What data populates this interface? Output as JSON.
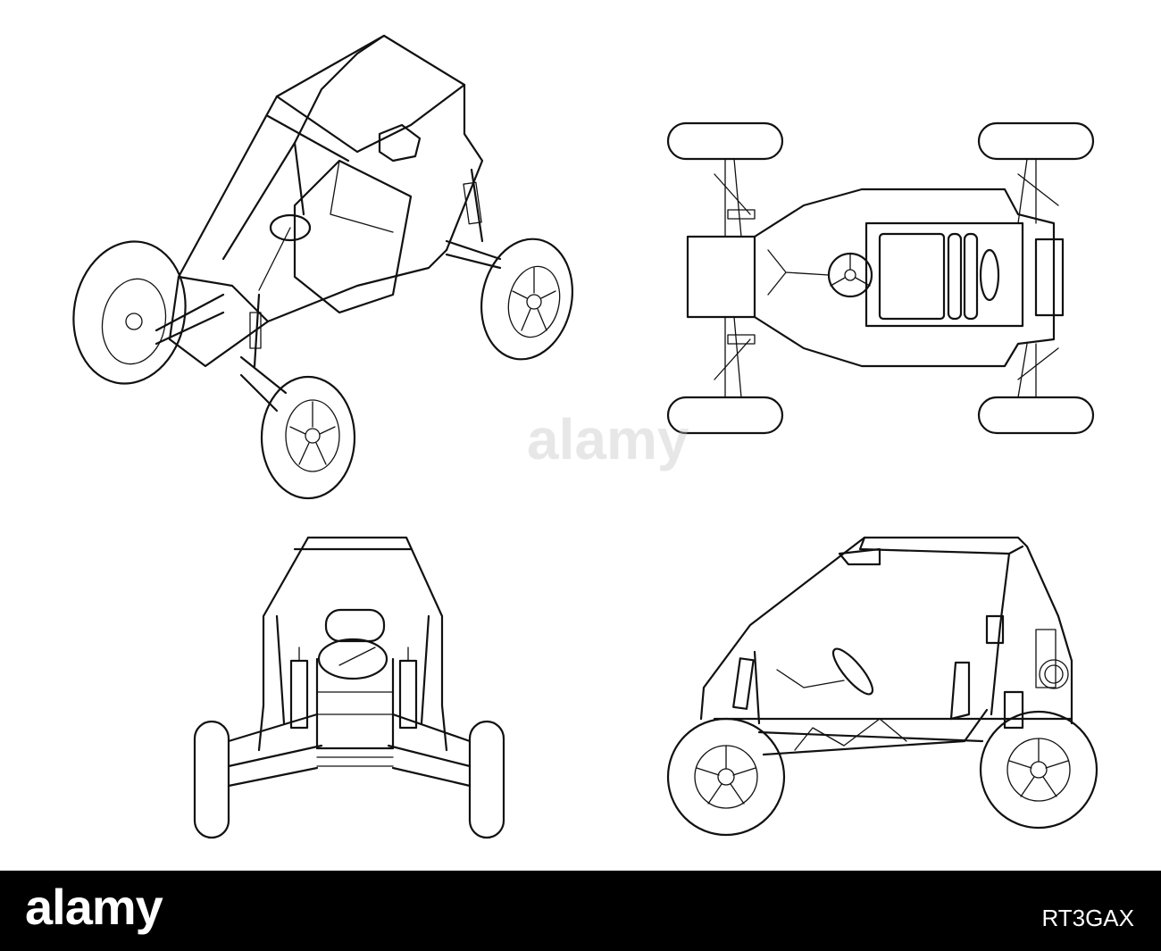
{
  "figure": {
    "views": [
      "perspective",
      "top",
      "front",
      "side"
    ],
    "line_color": "#111111",
    "background": "#ffffff"
  },
  "watermark": {
    "text": "alamy"
  },
  "footer": {
    "background": "#000000",
    "logo": "alamy",
    "image_id": "RT3GAX"
  }
}
